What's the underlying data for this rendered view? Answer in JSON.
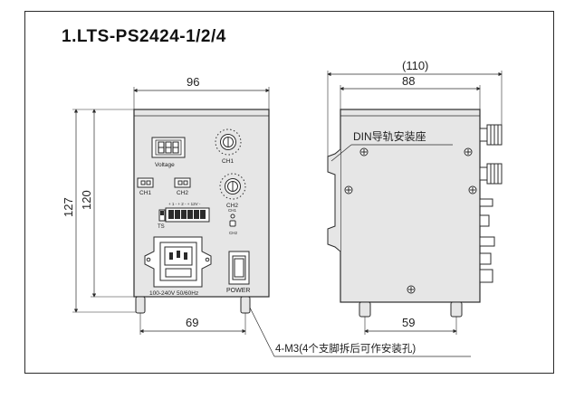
{
  "title": "1.LTS-PS2424-1/2/4",
  "front_view": {
    "width_dim": "96",
    "height_outer_dim": "127",
    "height_inner_dim": "120",
    "feet_spacing_dim": "69",
    "display_label": "Voltage",
    "knob1_label": "CH1",
    "knob2_label": "CH2",
    "connector1_label": "CH1",
    "connector2_label": "CH2",
    "terminal_labels": "+ 1 -  + 2 -  + 12V -",
    "ts_label": "TS",
    "led1_label": "CH1",
    "led2_label": "CH2",
    "input_label": "100-240V 50/60Hz",
    "power_label": "POWER",
    "mount_note": "4-M3(4个支脚拆后可作安装孔)"
  },
  "side_view": {
    "total_depth_dim": "(110)",
    "body_depth_dim": "88",
    "feet_spacing_dim": "59",
    "din_label": "DIN导轨安装座"
  },
  "colors": {
    "line": "#2b2b2b",
    "panel": "#e6e6e6",
    "border": "#2b2b2b"
  }
}
